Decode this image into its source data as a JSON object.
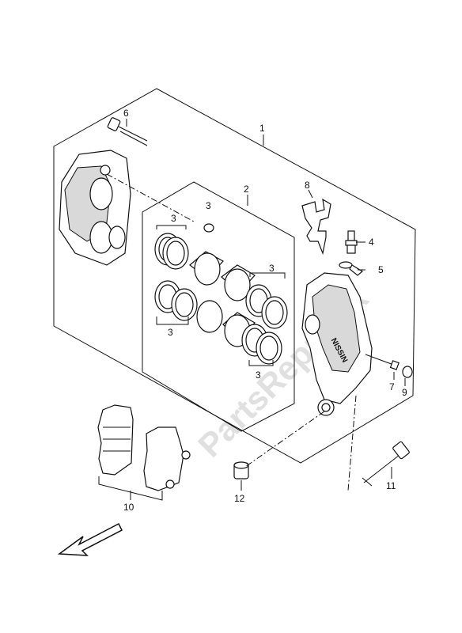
{
  "diagram": {
    "watermark": "PartsRepublik",
    "callouts": {
      "c1": "1",
      "c2": "2",
      "c3a": "3",
      "c3b": "3",
      "c3c": "3",
      "c3d": "3",
      "c3e": "3",
      "c4": "4",
      "c5": "5",
      "c6": "6",
      "c7": "7",
      "c8": "8",
      "c9": "9",
      "c10": "10",
      "c11": "11",
      "c12": "12"
    },
    "caliper_text": "NISSIN"
  }
}
